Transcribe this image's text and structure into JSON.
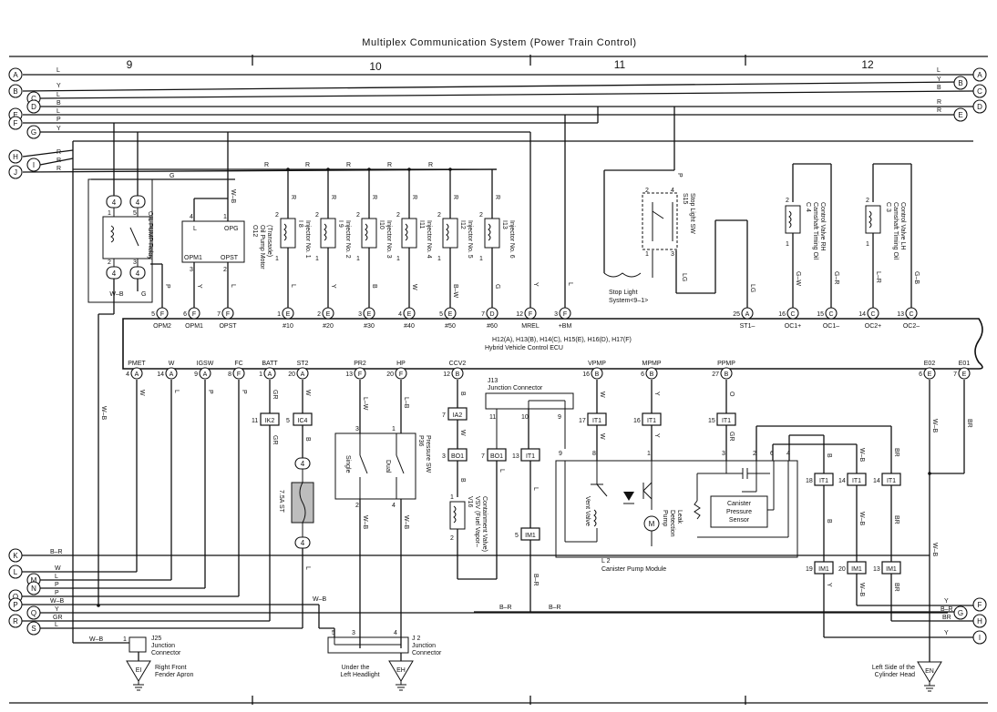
{
  "title": "Multiplex Communication System (Power Train Control)",
  "sections": [
    "9",
    "10",
    "11",
    "12"
  ],
  "ecu": {
    "title_line1": "H12(A), H13(B), H14(C), H15(E), H16(D), H17(F)",
    "title_line2": "Hybrid Vehicle Control ECU",
    "top_pins": [
      {
        "pin": "5",
        "conn": "F",
        "label": "OPM2",
        "wire": "P"
      },
      {
        "pin": "6",
        "conn": "F",
        "label": "OPM1",
        "wire": "Y"
      },
      {
        "pin": "7",
        "conn": "F",
        "label": "OPST",
        "wire": "L"
      },
      {
        "pin": "1",
        "conn": "E",
        "label": "#10",
        "wire": "L"
      },
      {
        "pin": "2",
        "conn": "E",
        "label": "#20",
        "wire": "Y"
      },
      {
        "pin": "3",
        "conn": "E",
        "label": "#30",
        "wire": "B"
      },
      {
        "pin": "4",
        "conn": "E",
        "label": "#40",
        "wire": "W"
      },
      {
        "pin": "5",
        "conn": "E",
        "label": "#50",
        "wire": "B–W"
      },
      {
        "pin": "7",
        "conn": "D",
        "label": "#60",
        "wire": "G"
      },
      {
        "pin": "12",
        "conn": "F",
        "label": "MREL",
        "wire": "Y"
      },
      {
        "pin": "3",
        "conn": "F",
        "label": "+BM",
        "wire": "L"
      },
      {
        "pin": "25",
        "conn": "A",
        "label": "ST1–",
        "wire": "LG"
      },
      {
        "pin": "16",
        "conn": "C",
        "label": "OC1+",
        "wire": "G–W"
      },
      {
        "pin": "15",
        "conn": "C",
        "label": "OC1–",
        "wire": "G–R"
      },
      {
        "pin": "14",
        "conn": "C",
        "label": "OC2+",
        "wire": "L–R"
      },
      {
        "pin": "13",
        "conn": "C",
        "label": "OC2–",
        "wire": "G–B"
      }
    ],
    "bottom_pins": [
      {
        "pin": "4",
        "conn": "A",
        "label": "PMET",
        "wire": "W"
      },
      {
        "pin": "14",
        "conn": "A",
        "label": "W",
        "wire": "L"
      },
      {
        "pin": "9",
        "conn": "A",
        "label": "IGSW",
        "wire": "P"
      },
      {
        "pin": "8",
        "conn": "F",
        "label": "FC",
        "wire": "P"
      },
      {
        "pin": "1",
        "conn": "A",
        "label": "BATT",
        "wire": "GR"
      },
      {
        "pin": "20",
        "conn": "A",
        "label": "ST2",
        "wire": "W"
      },
      {
        "pin": "13",
        "conn": "F",
        "label": "PR2",
        "wire": "L–W"
      },
      {
        "pin": "20",
        "conn": "F",
        "label": "HP",
        "wire": "L–B"
      },
      {
        "pin": "12",
        "conn": "B",
        "label": "CCV2",
        "wire": "B"
      },
      {
        "pin": "16",
        "conn": "B",
        "label": "VPMP",
        "wire": "W"
      },
      {
        "pin": "6",
        "conn": "B",
        "label": "MPMP",
        "wire": "Y"
      },
      {
        "pin": "27",
        "conn": "B",
        "label": "PPMP",
        "wire": "O"
      },
      {
        "pin": "6",
        "conn": "E",
        "label": "E02",
        "wire": "W–B"
      },
      {
        "pin": "7",
        "conn": "E",
        "label": "E01",
        "wire": "BR"
      }
    ]
  },
  "left_bus": [
    {
      "id": "A",
      "wire": "L"
    },
    {
      "id": "B",
      "wire": "Y"
    },
    {
      "id": "C",
      "wire": "L"
    },
    {
      "id": "D",
      "wire": "B"
    },
    {
      "id": "E",
      "wire": "L"
    },
    {
      "id": "F",
      "wire": "P"
    },
    {
      "id": "G",
      "wire": "Y"
    },
    {
      "id": "H",
      "wire": "R"
    },
    {
      "id": "I",
      "wire": "R"
    },
    {
      "id": "J",
      "wire": "R"
    }
  ],
  "right_bus": [
    {
      "id": "A",
      "wire": "L"
    },
    {
      "id": "B",
      "wire": "Y"
    },
    {
      "id": "C",
      "wire": "B"
    },
    {
      "id": "D",
      "wire": "R"
    },
    {
      "id": "E",
      "wire": "R"
    }
  ],
  "left_bottom_bus": [
    {
      "id": "K",
      "wire": "B–R"
    },
    {
      "id": "L",
      "wire": "W"
    },
    {
      "id": "M",
      "wire": "L"
    },
    {
      "id": "N",
      "wire": "P"
    },
    {
      "id": "O",
      "wire": "P"
    },
    {
      "id": "P",
      "wire": "W–B"
    },
    {
      "id": "Q",
      "wire": "Y"
    },
    {
      "id": "R",
      "wire": "GR"
    },
    {
      "id": "S",
      "wire": "L"
    }
  ],
  "right_bottom_bus": [
    {
      "id": "F",
      "wire": "Y"
    },
    {
      "id": "G",
      "wire": "B–R"
    },
    {
      "id": "H",
      "wire": "BR"
    },
    {
      "id": "I",
      "wire": "Y"
    }
  ],
  "injectors": [
    {
      "code": "I 8",
      "name": "Injector No. 1"
    },
    {
      "code": "I 9",
      "name": "Injector No. 2"
    },
    {
      "code": "I10",
      "name": "Injector No. 3"
    },
    {
      "code": "I11",
      "name": "Injector No. 4"
    },
    {
      "code": "I12",
      "name": "Injector No. 5"
    },
    {
      "code": "I13",
      "name": "Injector No. 6"
    }
  ],
  "components": {
    "oil_relay": "OIL PUMP Relay",
    "oil_motor_code": "O12",
    "oil_motor_name": "Oil Pump Motor",
    "oil_motor_sub": "(Transaxle)",
    "opg": "OPG",
    "opm1": "OPM1",
    "opst": "OPST",
    "stop_sw_code": "S15",
    "stop_sw_name": "Stop Light SW",
    "stop_system": "Stop Light",
    "stop_system2": "System<9–1>",
    "cam1_code": "C 4",
    "cam1_name1": "Camshaft Timing Oil",
    "cam1_name2": "Control Valve RH",
    "cam2_code": "C 3",
    "cam2_name1": "Camshaft Timing Oil",
    "cam2_name2": "Control Valve LH",
    "fuse": "7.5A ST",
    "pressure_sw_code": "P36",
    "pressure_sw_name": "Pressure SW",
    "single": "Single",
    "dual": "Dual",
    "vsv_code": "V16",
    "vsv_name1": "VSV (Fuel Vapor–",
    "vsv_name2": "Containment Valve)",
    "j13": "J13",
    "j13_name": "Junction Connector",
    "canister_code": "L 2",
    "canister_name": "Canister Pump Module",
    "vent_valve": "Vent Valve",
    "leak_pump1": "Leak",
    "leak_pump2": "Detection",
    "leak_pump3": "Pump",
    "canister_sensor1": "Canister",
    "canister_sensor2": "Pressure",
    "canister_sensor3": "Sensor",
    "j25": "J25",
    "j25_name1": "Junction",
    "j25_name2": "Connector",
    "j2": "J 2",
    "j2_name1": "Junction",
    "j2_name2": "Connector",
    "ei": "EI",
    "ei_loc1": "Right Front",
    "ei_loc2": "Fender Apron",
    "eh": "EH",
    "eh_loc1": "Under the",
    "eh_loc2": "Left Headlight",
    "en": "EN",
    "en_loc1": "Left Side of the",
    "en_loc2": "Cylinder Head"
  },
  "connectors": {
    "ik2": "IK2",
    "ic4": "IC4",
    "ia2": "IA2",
    "bo1": "BO1",
    "it1": "IT1",
    "im1": "IM1"
  },
  "colors": {
    "line": "#111111",
    "fuse_fill": "#bdbdbd",
    "background": "#ffffff"
  }
}
